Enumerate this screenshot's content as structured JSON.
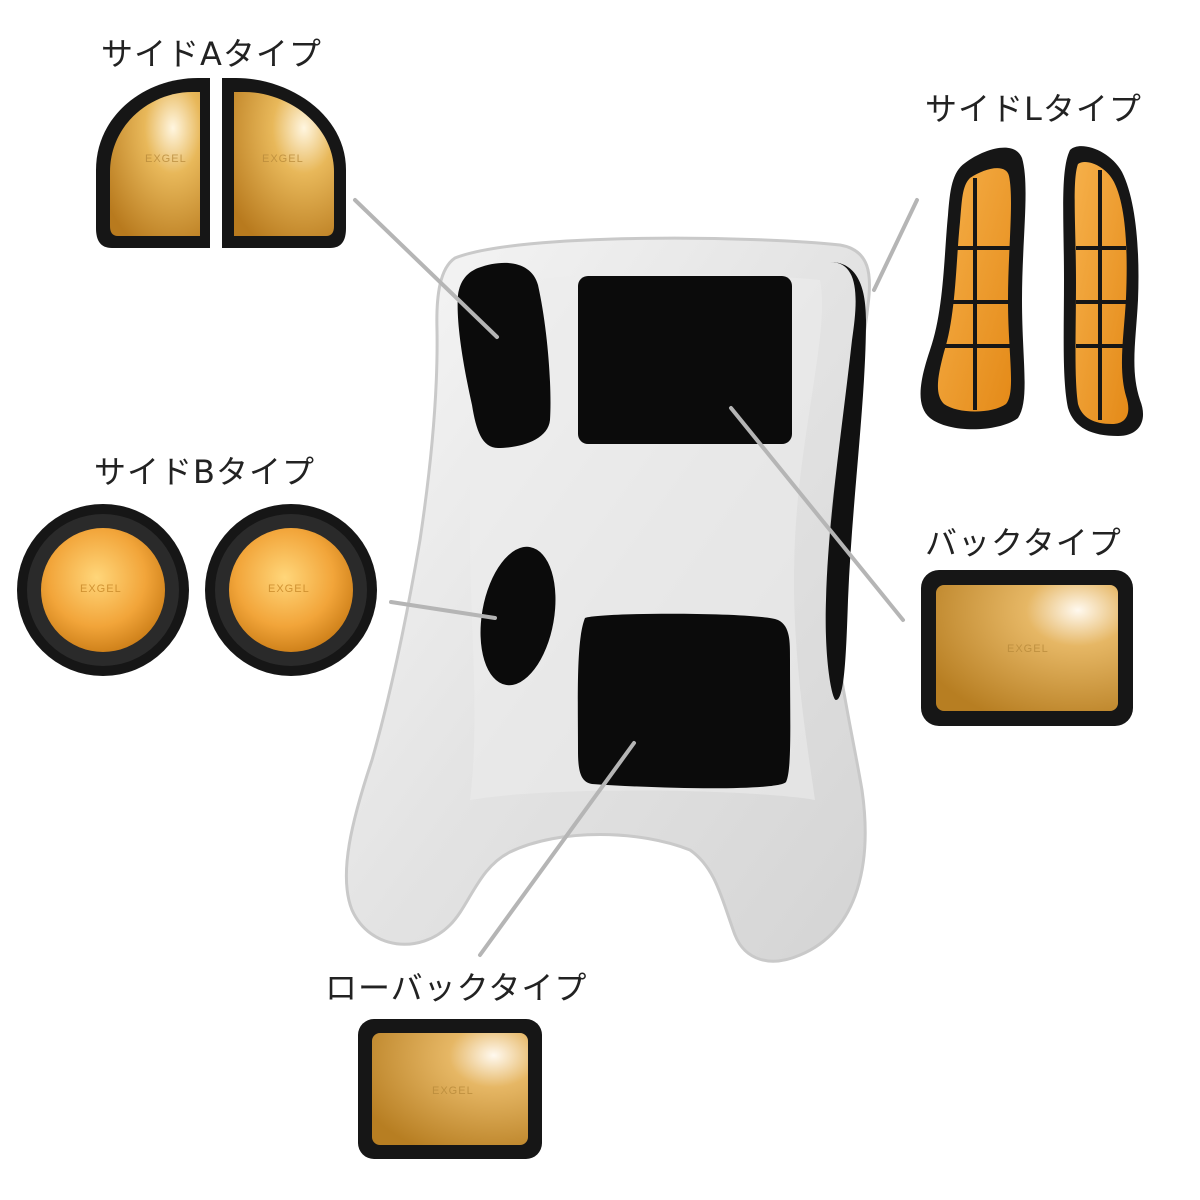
{
  "labels": {
    "side_a": "サイドAタイプ",
    "side_l": "サイドLタイプ",
    "side_b": "サイドBタイプ",
    "back": "バックタイプ",
    "low_back": "ローバックタイプ"
  },
  "brand": "EXGEL",
  "colors": {
    "gel": "#e0a03a",
    "gel_orange": "#f0a030",
    "pad_border": "#161616",
    "seat": "#e9e9e9",
    "leader_line": "#b5b5b5"
  },
  "icons": {
    "seat": "kart-seat-illustration",
    "gel_pad": "gel-cushion-pad"
  }
}
